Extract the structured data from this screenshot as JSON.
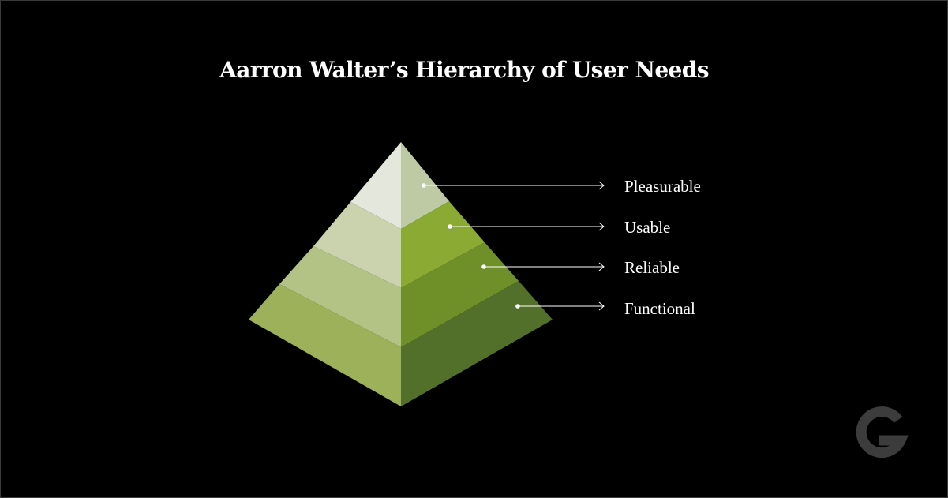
{
  "title": "Aarron Walter’s Hierarchy of User Needs",
  "levels": [
    {
      "label": "Pleasurable"
    },
    {
      "label": "Usable"
    },
    {
      "label": "Reliable"
    },
    {
      "label": "Functional"
    }
  ],
  "colors": {
    "background": "#000000",
    "text": "#ffffff",
    "connector": "#ffffff",
    "logo": "#3c3c3c",
    "left_faces": [
      "#e3e7dc",
      "#cad3ad",
      "#b3c285",
      "#9db15b",
      "#7a8e2e"
    ],
    "right_faces": [
      "#bdcaa4",
      "#8aaa33",
      "#6f9028",
      "#52702a",
      "#334a20"
    ]
  },
  "logo": {
    "icon": "g-logo-icon"
  }
}
